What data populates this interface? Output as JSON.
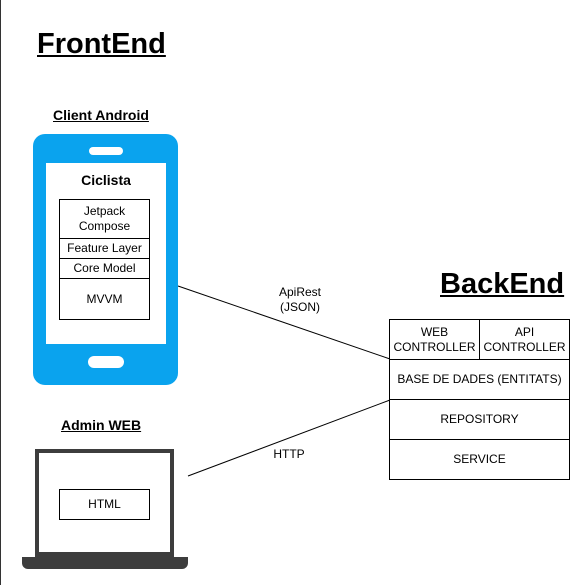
{
  "frontend": {
    "title": "FrontEnd"
  },
  "android": {
    "title": "Client Android",
    "screen_title": "Ciclista",
    "layers": [
      "Jetpack Compose",
      "Feature Layer",
      "Core Model",
      "MVVM"
    ]
  },
  "web": {
    "title": "Admin WEB",
    "layer": "HTML"
  },
  "backend": {
    "title": "BackEnd",
    "web_controller": "WEB CONTROLLER",
    "api_controller": "API CONTROLLER",
    "database": "BASE DE DADES (ENTITATS)",
    "repository": "REPOSITORY",
    "service": "SERVICE"
  },
  "connections": {
    "api": "ApiRest (JSON)",
    "http": "HTTP"
  },
  "colors": {
    "phone": "#0aa3ee",
    "laptop": "#3d3d3d"
  }
}
